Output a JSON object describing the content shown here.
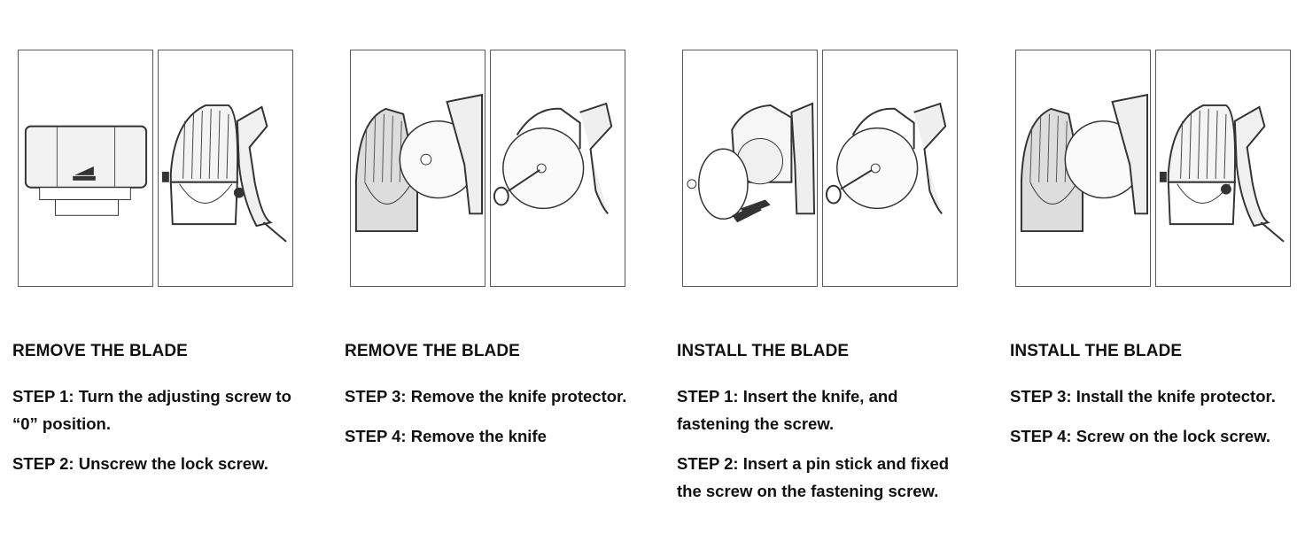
{
  "columns": [
    {
      "heading": "REMOVE THE BLADE",
      "steps": [
        "STEP 1: Turn the adjusting screw to “0” position.",
        "STEP 2: Unscrew the lock screw."
      ]
    },
    {
      "heading": "REMOVE THE BLADE",
      "steps": [
        "STEP 3: Remove the knife protector.",
        "STEP 4: Remove the knife"
      ]
    },
    {
      "heading": "INSTALL THE BLADE",
      "steps": [
        "STEP 1: Insert the knife, and fastening the screw.",
        "STEP 2: Insert a pin stick and fixed the screw on the fastening screw."
      ]
    },
    {
      "heading": "INSTALL THE BLADE",
      "steps": [
        "STEP 3: Install the knife protector.",
        "STEP 4: Screw on the lock screw."
      ]
    }
  ]
}
